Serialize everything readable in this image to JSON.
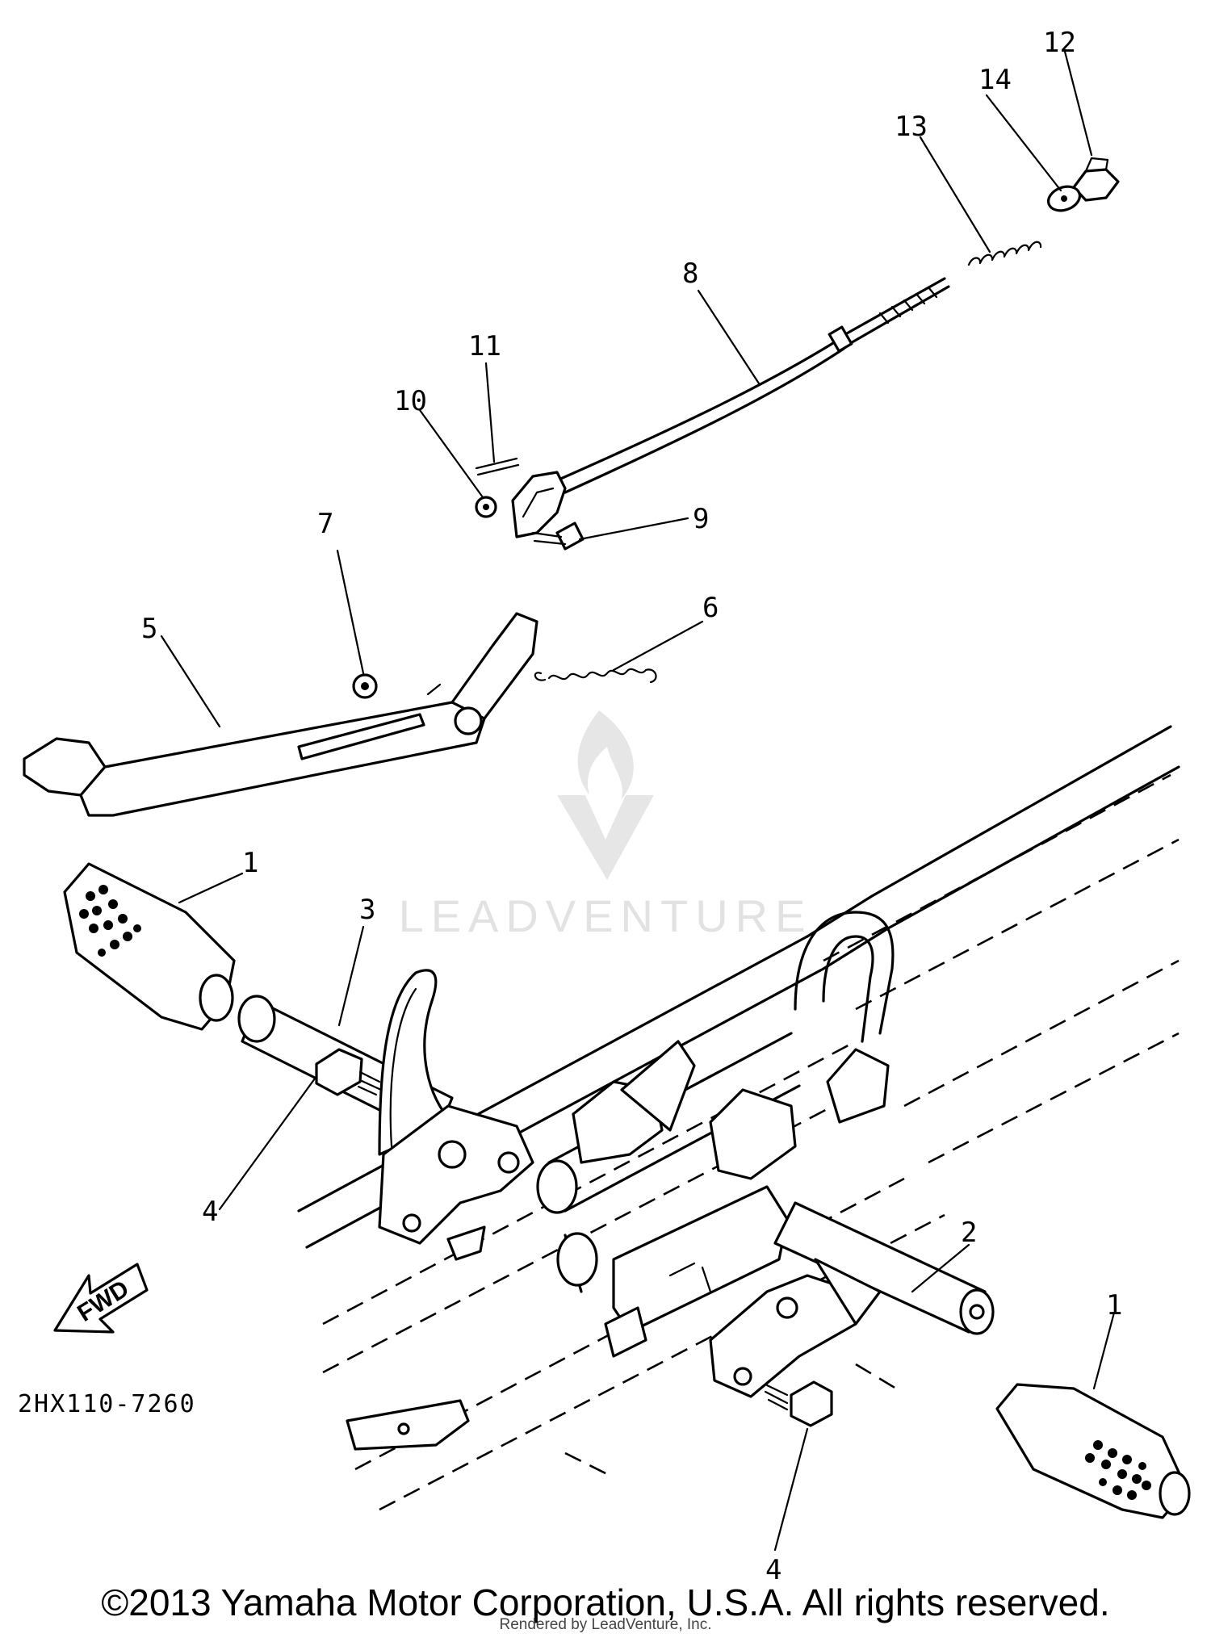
{
  "diagram": {
    "code": "2HX110-7260",
    "fwd_label": "FWD",
    "callouts": [
      "1",
      "1",
      "2",
      "3",
      "4",
      "4",
      "5",
      "6",
      "7",
      "8",
      "9",
      "10",
      "11",
      "12",
      "13",
      "14"
    ]
  },
  "watermark": {
    "text": "LEADVENTURE"
  },
  "footer": {
    "copyright": "©2013 Yamaha Motor Corporation, U.S.A. All rights reserved.",
    "rendered_by": "Rendered by LeadVenture, Inc."
  }
}
